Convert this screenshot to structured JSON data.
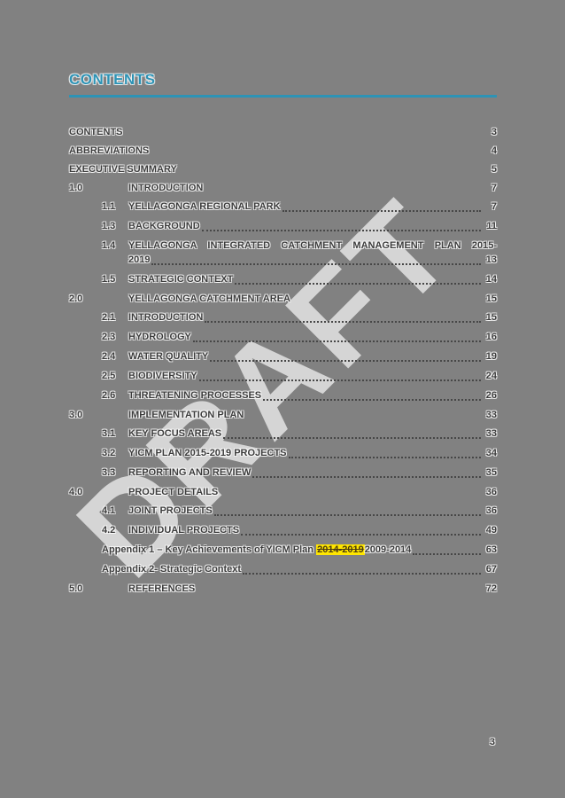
{
  "page": {
    "title": "CONTENTS",
    "watermark": "DRAFT",
    "footer_page_number": "3",
    "colors": {
      "background": "#818181",
      "accent_blue": "#2d93b5",
      "watermark_gray": "#e4e4e4",
      "highlight_yellow": "#ffe600"
    }
  },
  "toc": {
    "entries": [
      {
        "type": "front",
        "label": "CONTENTS",
        "page": "3"
      },
      {
        "type": "front",
        "label": "ABBREVIATIONS",
        "page": "4"
      },
      {
        "type": "front",
        "label": "EXECUTIVE SUMMARY",
        "page": "5"
      },
      {
        "type": "top",
        "num": "1.0",
        "label": "INTRODUCTION",
        "page": "7"
      },
      {
        "type": "sub",
        "num": "1.1",
        "label": "YELLAGONGA REGIONAL PARK",
        "page": "7"
      },
      {
        "type": "sub",
        "num": "1.3",
        "label": "BACKGROUND",
        "page": "11"
      },
      {
        "type": "wrap",
        "num": "1.4",
        "line1": "YELLAGONGA INTEGRATED CATCHMENT MANAGEMENT PLAN 2015-",
        "line2": "2019",
        "page": "13"
      },
      {
        "type": "sub",
        "num": "1.5",
        "label": "STRATEGIC CONTEXT",
        "page": "14"
      },
      {
        "type": "top",
        "num": "2.0",
        "label": "YELLAGONGA CATCHMENT AREA",
        "page": "15"
      },
      {
        "type": "sub",
        "num": "2.1",
        "label": "INTRODUCTION",
        "page": "15"
      },
      {
        "type": "sub",
        "num": "2.3",
        "label": "HYDROLOGY",
        "page": "16"
      },
      {
        "type": "sub",
        "num": "2.4",
        "label": "WATER QUALITY",
        "page": "19"
      },
      {
        "type": "sub",
        "num": "2.5",
        "label": "BIODIVERSITY",
        "page": "24"
      },
      {
        "type": "sub",
        "num": "2.6",
        "label": "THREATENING PROCESSES",
        "page": "26"
      },
      {
        "type": "top",
        "num": "3.0",
        "label": "IMPLEMENTATION PLAN",
        "page": "33"
      },
      {
        "type": "sub",
        "num": "3.1",
        "label": "KEY FOCUS AREAS",
        "page": "33"
      },
      {
        "type": "sub",
        "num": "3.2",
        "label": "YICM PLAN 2015-2019 PROJECTS",
        "page": "34"
      },
      {
        "type": "sub",
        "num": "3.3",
        "label": "REPORTING AND REVIEW",
        "page": "35"
      },
      {
        "type": "top",
        "num": "4.0",
        "label": "PROJECT DETAILS",
        "page": "36"
      },
      {
        "type": "sub",
        "num": "4.1",
        "label": "JOINT PROJECTS",
        "page": "36"
      },
      {
        "type": "sub",
        "num": "4.2",
        "label": "INDIVIDUAL PROJECTS",
        "page": "49"
      },
      {
        "type": "appendix",
        "prefix": "Appendix 1 – Key Achievements of YICM Plan ",
        "highlight": "2014-2019",
        "suffix": "2009-2014",
        "page": "63"
      },
      {
        "type": "appendix",
        "prefix": "Appendix 2- Strategic Context",
        "highlight": "",
        "suffix": "",
        "page": "67"
      },
      {
        "type": "top",
        "num": "5.0",
        "label": "REFERENCES",
        "page": "72"
      }
    ]
  }
}
